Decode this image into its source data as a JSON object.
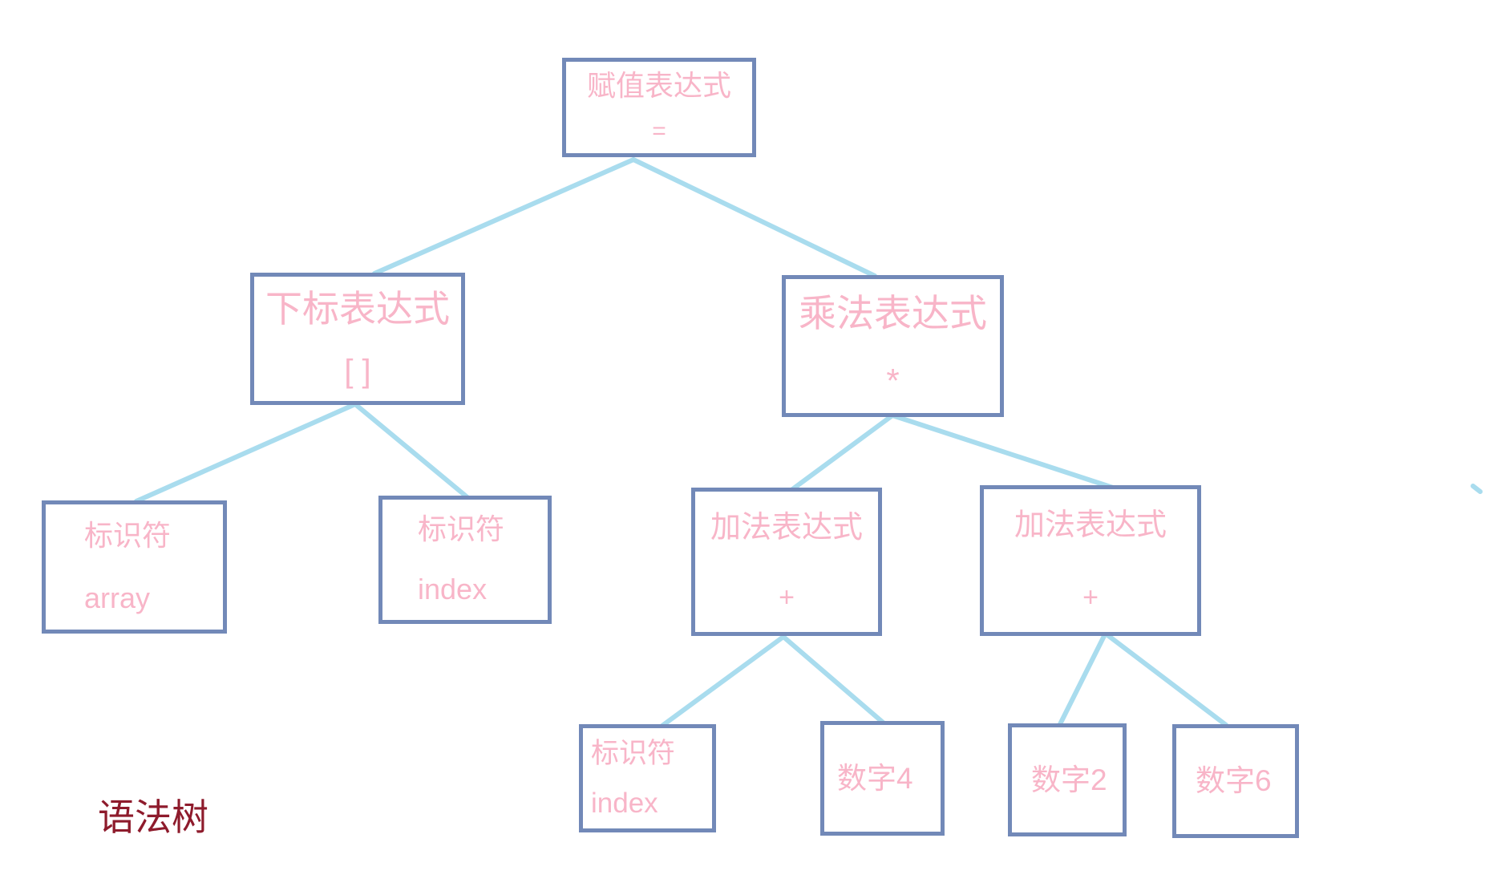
{
  "colors": {
    "box-border": "#7289B8",
    "node-text": "#F8B5C8",
    "connector": "#A9DCEE",
    "caption-text": "#8E1B2C",
    "background": "#FFFFFF"
  },
  "caption": {
    "label": "语法树"
  },
  "tree": {
    "nodes": [
      {
        "name": "assignment-expression",
        "title": "赋值表达式",
        "subtitle": "="
      },
      {
        "name": "subscript-expression",
        "title": "下标表达式",
        "subtitle": "[ ]"
      },
      {
        "name": "multiplication-expression",
        "title": "乘法表达式",
        "subtitle": "*"
      },
      {
        "name": "identifier-array",
        "title": "标识符",
        "subtitle": "array"
      },
      {
        "name": "identifier-index",
        "title": "标识符",
        "subtitle": "index"
      },
      {
        "name": "addition-expression-left",
        "title": "加法表达式",
        "subtitle": "+"
      },
      {
        "name": "addition-expression-right",
        "title": "加法表达式",
        "subtitle": "+"
      },
      {
        "name": "identifier-index-leaf",
        "title": "标识符",
        "subtitle": "index"
      },
      {
        "name": "number-4",
        "title": "数字4"
      },
      {
        "name": "number-2",
        "title": "数字2"
      },
      {
        "name": "number-6",
        "title": "数字6"
      }
    ],
    "edges": [
      [
        0,
        1
      ],
      [
        0,
        2
      ],
      [
        1,
        3
      ],
      [
        1,
        4
      ],
      [
        2,
        5
      ],
      [
        2,
        6
      ],
      [
        5,
        7
      ],
      [
        5,
        8
      ],
      [
        6,
        9
      ],
      [
        6,
        10
      ]
    ]
  }
}
